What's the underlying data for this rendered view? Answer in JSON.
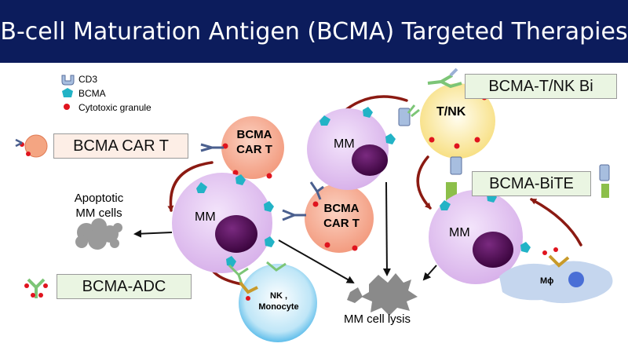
{
  "title": "B-cell Maturation Antigen (BCMA) Targeted Therapies",
  "legend": [
    {
      "label": "CD3",
      "icon": "cd3-receptor-icon"
    },
    {
      "label": "BCMA",
      "icon": "bcma-antigen-icon"
    },
    {
      "label": "Cytotoxic granule",
      "icon": "cytotoxic-granule-icon"
    }
  ],
  "therapy_boxes": {
    "car_t": "BCMA CAR T",
    "t_nk_bi": "BCMA-T/NK Bi",
    "bite": "BCMA-BiTE",
    "adc": "BCMA-ADC"
  },
  "cells": {
    "car_t_top": "BCMA\nCAR T",
    "car_t_mid": "BCMA\nCAR T",
    "mm_left": "MM",
    "mm_center": "MM",
    "mm_right": "MM",
    "t_nk": "T/NK",
    "nk_monocyte": "NK ,\nMonocyte",
    "macrophage": "Mϕ"
  },
  "outcomes": {
    "apoptotic": "Apoptotic\nMM cells",
    "lysis": "MM cell lysis"
  },
  "colors": {
    "banner": "#0c1c5c",
    "mm_cell": "#e3c6f2",
    "mm_nucleus": "#4a0a4e",
    "car_t_cell": "#f7b39d",
    "t_nk_cell": "#fcebb0",
    "nk_cell": "#4fb6e8",
    "bcma": "#22b3c6",
    "granule": "#e0141e",
    "arrow_red": "#8b1a12",
    "arrow_black": "#111111"
  }
}
